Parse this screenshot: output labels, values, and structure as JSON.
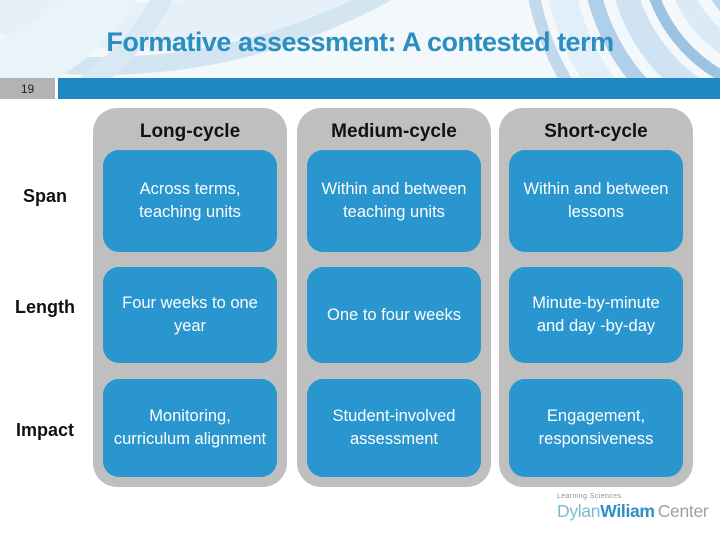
{
  "slide": {
    "title": "Formative assessment: A contested term",
    "slide_number": "19"
  },
  "table": {
    "row_labels": [
      "Span",
      "Length",
      "Impact"
    ],
    "columns": [
      {
        "header": "Long-cycle",
        "cells": [
          "Across terms, teaching units",
          "Four weeks to one year",
          "Monitoring, curriculum alignment"
        ]
      },
      {
        "header": "Medium-cycle",
        "cells": [
          "Within and between teaching units",
          "One to four weeks",
          "Student-involved assessment"
        ]
      },
      {
        "header": "Short-cycle",
        "cells": [
          "Within and between lessons",
          "Minute-by-minute and day -by-day",
          "Engagement, responsiveness"
        ]
      }
    ]
  },
  "footer_logo": {
    "tagline": "Learning Sciences",
    "name_part1": "Dylan",
    "name_part2": "Wiliam",
    "name_part3": "Center"
  },
  "colors": {
    "title_blue": "#2b8ec0",
    "top_bar_blue": "#1f88c4",
    "cell_blue": "#2996cf",
    "column_gray": "#bfbfbf",
    "number_box_gray": "#b3b3b3"
  }
}
